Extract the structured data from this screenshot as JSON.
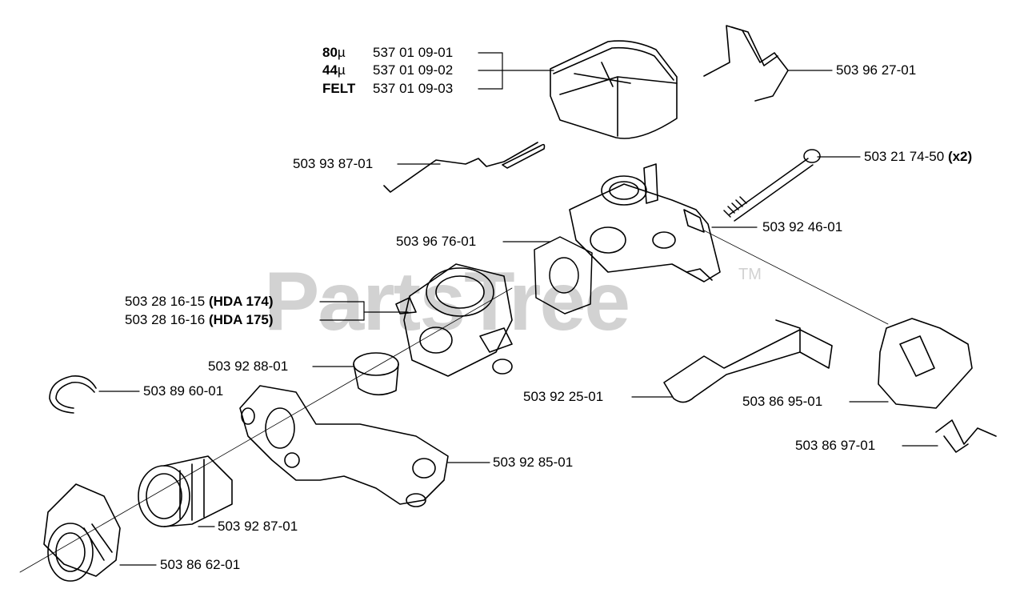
{
  "watermark": {
    "text": "PartsTree",
    "tm": "TM"
  },
  "filter_options": [
    {
      "mesh": "80",
      "unit": "µ",
      "part": "537 01 09-01"
    },
    {
      "mesh": "44",
      "unit": "µ",
      "part": "537 01 09-02"
    },
    {
      "mesh": "FELT",
      "unit": "",
      "part": "537 01 09-03"
    }
  ],
  "parts": {
    "p1": "503 96 27-01",
    "p2": "503 93 87-01",
    "p3": "503 21 74-50",
    "p3_qty": "(x2)",
    "p4": "503 92 46-01",
    "p5": "503 96 76-01",
    "p6a": "503 28 16-15",
    "p6a_model": "(HDA 174)",
    "p6b": "503 28 16-16",
    "p6b_model": "(HDA 175)",
    "p7": "503 92 88-01",
    "p8": "503 89 60-01",
    "p9": "503 92 25-01",
    "p10": "503 86 95-01",
    "p11": "503 86 97-01",
    "p12": "503 92 85-01",
    "p13": "503 92 87-01",
    "p14": "503 86 62-01"
  }
}
